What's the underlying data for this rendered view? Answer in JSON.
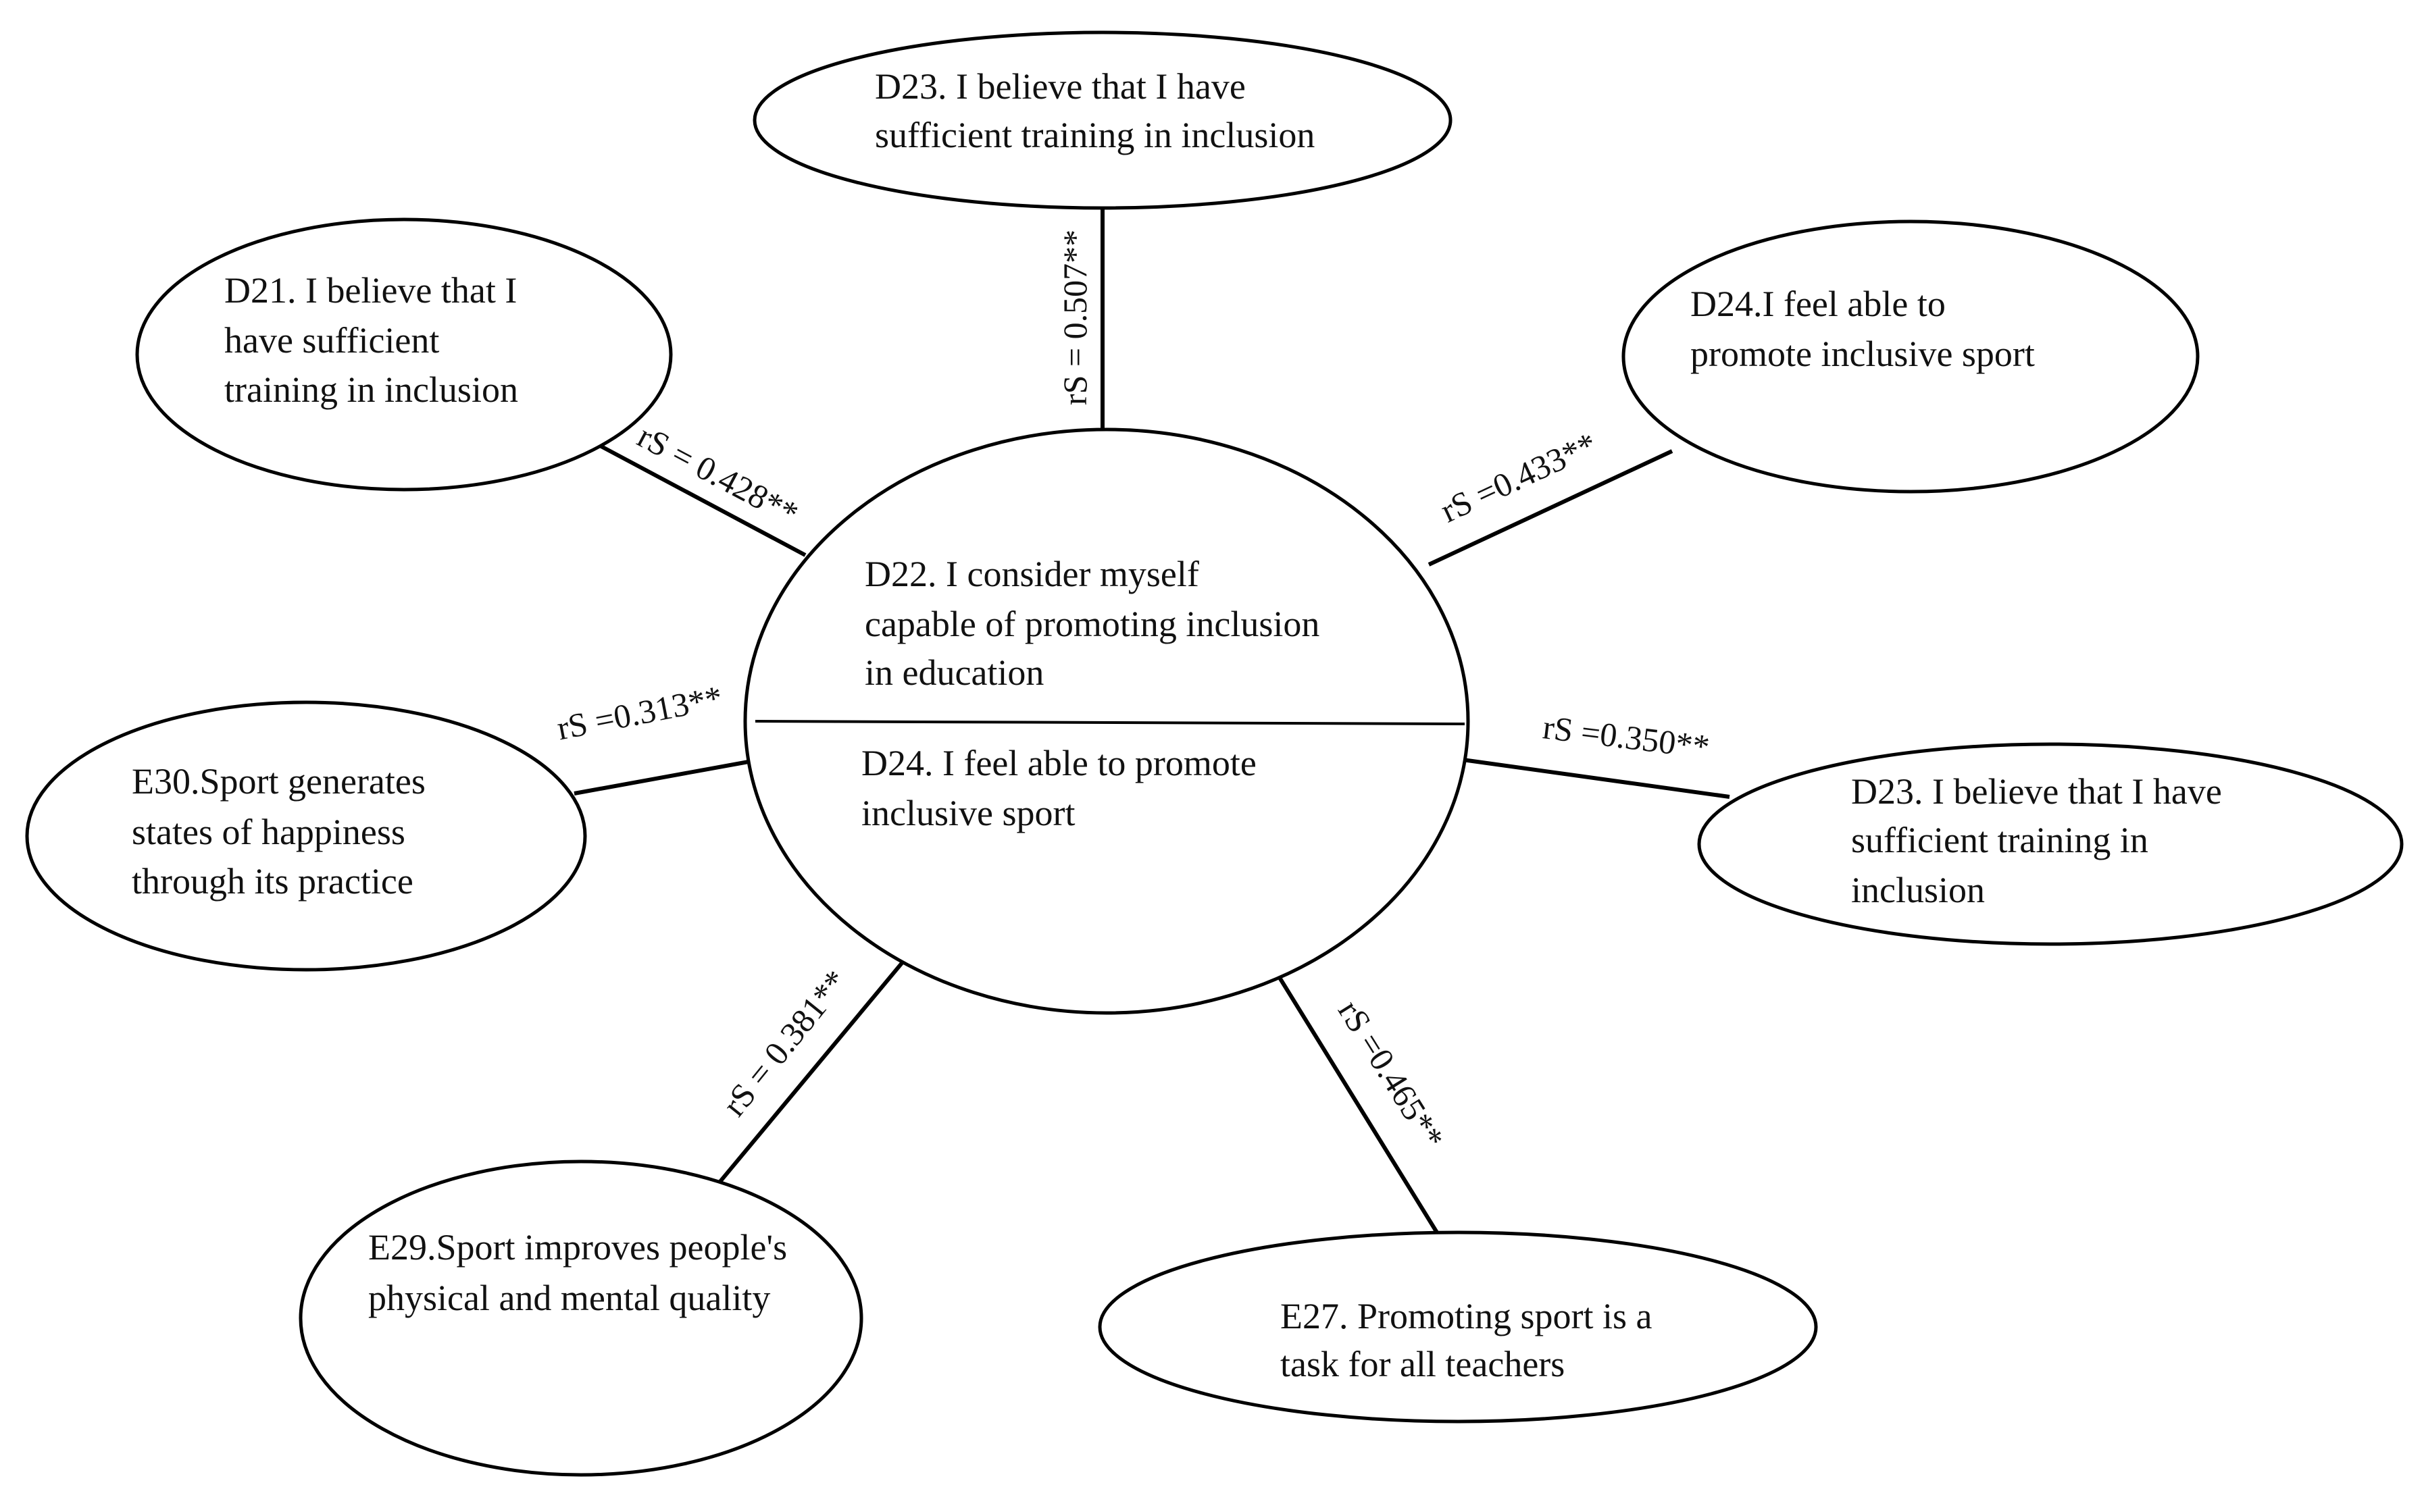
{
  "center": {
    "top_lines": [
      "D22. I consider myself",
      "capable of promoting inclusion",
      "in education"
    ],
    "bottom_lines": [
      "D24. I feel able to promote",
      "inclusive sport"
    ]
  },
  "nodes": [
    {
      "id": "d23-top",
      "lines": [
        "D23. I believe that I have",
        "sufficient training in inclusion"
      ],
      "edge_label": "rS = 0.507**"
    },
    {
      "id": "d21",
      "lines": [
        "D21. I believe that I",
        "have sufficient",
        "training in inclusion"
      ],
      "edge_label": "rS = 0.428**"
    },
    {
      "id": "d24",
      "lines": [
        "D24.I feel able to",
        "promote inclusive sport"
      ],
      "edge_label": "rS =0.433**"
    },
    {
      "id": "e30",
      "lines": [
        "E30.Sport generates",
        "states of happiness",
        "through its practice"
      ],
      "edge_label": "rS =0.313**"
    },
    {
      "id": "d23-right",
      "lines": [
        "D23. I believe that I have",
        "sufficient training in",
        "inclusion"
      ],
      "edge_label": "rS =0.350**"
    },
    {
      "id": "e29",
      "lines": [
        "E29.Sport improves people's",
        "physical and mental quality"
      ],
      "edge_label": "rS = 0.381**"
    },
    {
      "id": "e27",
      "lines": [
        "E27. Promoting sport is a",
        "task for all teachers"
      ],
      "edge_label": "rS =0.465**"
    }
  ]
}
